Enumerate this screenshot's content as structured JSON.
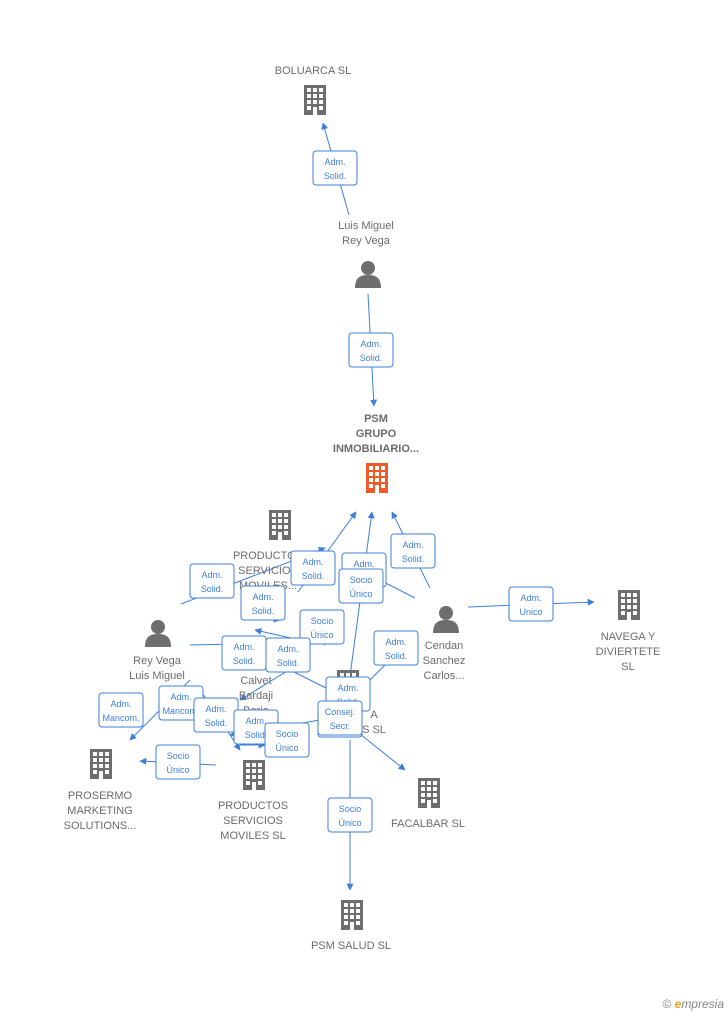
{
  "colors": {
    "edge": "#3d7fd6",
    "company": "#6e6e6e",
    "company_focus": "#f05a28",
    "person": "#6e6e6e",
    "label": "#6b6b6b"
  },
  "nodes": [
    {
      "id": "boluarca",
      "type": "company",
      "lines": [
        "BOLUARCA  SL"
      ]
    },
    {
      "id": "luis_miguel",
      "type": "person",
      "lines": [
        "Luis Miguel",
        "Rey Vega"
      ]
    },
    {
      "id": "psm_grupo",
      "type": "company-focus",
      "lines": [
        "PSM",
        "GRUPO",
        "INMOBILIARIO..."
      ]
    },
    {
      "id": "productos1",
      "type": "company",
      "lines": [
        "PRODUCTOS",
        "SERVICIOS",
        "MOVILES..."
      ]
    },
    {
      "id": "rey_vega",
      "type": "person",
      "lines": [
        "Rey Vega",
        "Luis Miguel"
      ]
    },
    {
      "id": "calvet",
      "type": "person",
      "lines": [
        "Calvet",
        "Bardaji",
        "Borja"
      ]
    },
    {
      "id": "cendan",
      "type": "person",
      "lines": [
        "Cendan",
        "Sanchez",
        "Carlos..."
      ]
    },
    {
      "id": "navega",
      "type": "company",
      "lines": [
        "NAVEGA Y",
        "DIVIERTETE",
        "SL"
      ]
    },
    {
      "id": "center_co",
      "type": "company",
      "lines": [
        "A",
        "S SL"
      ]
    },
    {
      "id": "prosermo",
      "type": "company",
      "lines": [
        "PROSERMO",
        "MARKETING",
        "SOLUTIONS..."
      ]
    },
    {
      "id": "productos2",
      "type": "company",
      "lines": [
        "PRODUCTOS",
        "SERVICIOS",
        "MOVILES  SL"
      ]
    },
    {
      "id": "facalbar",
      "type": "company",
      "lines": [
        "FACALBAR SL"
      ]
    },
    {
      "id": "psm_salud",
      "type": "company",
      "lines": [
        "PSM SALUD SL"
      ]
    }
  ],
  "relations": [
    {
      "id": "r1",
      "lines": [
        "Adm.",
        "Solid."
      ]
    },
    {
      "id": "r2",
      "lines": [
        "Adm.",
        "Solid."
      ]
    },
    {
      "id": "r3",
      "lines": [
        "Adm.",
        "Solid."
      ]
    },
    {
      "id": "r4",
      "lines": [
        "Adm.",
        "Solid."
      ]
    },
    {
      "id": "r5",
      "lines": [
        "Adm.",
        "Solid."
      ]
    },
    {
      "id": "r6",
      "lines": [
        "Adm.",
        "Solid."
      ]
    },
    {
      "id": "r7",
      "lines": [
        "Adm.",
        "Solid."
      ]
    },
    {
      "id": "r8",
      "lines": [
        "Socio",
        "Único"
      ]
    },
    {
      "id": "r9",
      "lines": [
        "Adm.",
        "Solid."
      ]
    },
    {
      "id": "r10",
      "lines": [
        "Socio",
        "Único"
      ]
    },
    {
      "id": "r11",
      "lines": [
        "Adm.",
        "Unico"
      ]
    },
    {
      "id": "r12",
      "lines": [
        "Adm.",
        "Solid."
      ]
    },
    {
      "id": "r13",
      "lines": [
        "Adm.",
        "Solid."
      ]
    },
    {
      "id": "r14",
      "lines": [
        "Adm.",
        "Solid."
      ]
    },
    {
      "id": "r15",
      "lines": [
        "Adm.",
        "Mancom."
      ]
    },
    {
      "id": "r16",
      "lines": [
        "Adm.",
        "Mancom."
      ]
    },
    {
      "id": "r17",
      "lines": [
        "Adm.",
        "Solid."
      ]
    },
    {
      "id": "r18",
      "lines": [
        "Adm.",
        "Solid."
      ]
    },
    {
      "id": "r19",
      "lines": [
        "Socio",
        "Único"
      ]
    },
    {
      "id": "r20",
      "lines": [
        "Adm.",
        "Solid."
      ]
    },
    {
      "id": "r21",
      "lines": [
        "Consej.",
        "Secr."
      ]
    },
    {
      "id": "r22",
      "lines": [
        "Socio",
        "Único"
      ]
    },
    {
      "id": "r23",
      "lines": [
        "Socio",
        "Único"
      ]
    }
  ],
  "footer": {
    "copyright": "©",
    "brand_initial": "e",
    "brand_rest": "mpresia"
  }
}
